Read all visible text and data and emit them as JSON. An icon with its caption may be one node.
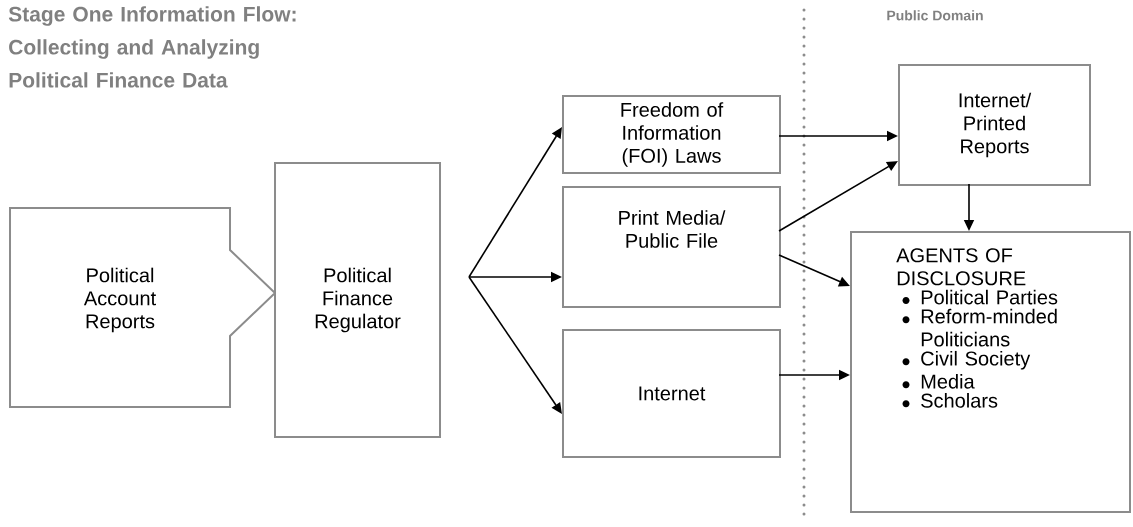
{
  "diagram": {
    "title": "Stage One Information Flow: Collecting and Analyzing Political Finance Data",
    "nodes": [
      {
        "text": [
          "Political Account Reports"
        ]
      },
      {
        "text": [
          "Political Finance Regulator"
        ]
      },
      {
        "text": [
          "Freedom of Information (FOI) Laws"
        ]
      },
      {
        "text": [
          "Print Media/ Public File"
        ]
      },
      {
        "text": [
          "Internet"
        ]
      },
      {
        "text": [
          "Internet/ Printed Reports"
        ]
      },
      {
        "text": [
          "AGENTS OF DISCLOSURE",
          "Political Parties",
          "Reform-minded Politicians",
          "Civil Society",
          "Media",
          "Scholars"
        ]
      }
    ],
    "edges": [
      {
        "from": 1,
        "to": 2,
        "arrow": "to"
      },
      {
        "from": 1,
        "to": 3,
        "arrow": "to"
      },
      {
        "from": 1,
        "to": 4,
        "arrow": "to"
      },
      {
        "from": 2,
        "to": 5,
        "arrow": "to"
      },
      {
        "from": 3,
        "to": 5,
        "arrow": "to"
      },
      {
        "from": 3,
        "to": 6,
        "arrow": "to"
      },
      {
        "from": 4,
        "to": 6,
        "arrow": "to"
      },
      {
        "from": 5,
        "to": 6,
        "arrow": "to"
      }
    ],
    "labels": [
      "Public Domain"
    ]
  }
}
